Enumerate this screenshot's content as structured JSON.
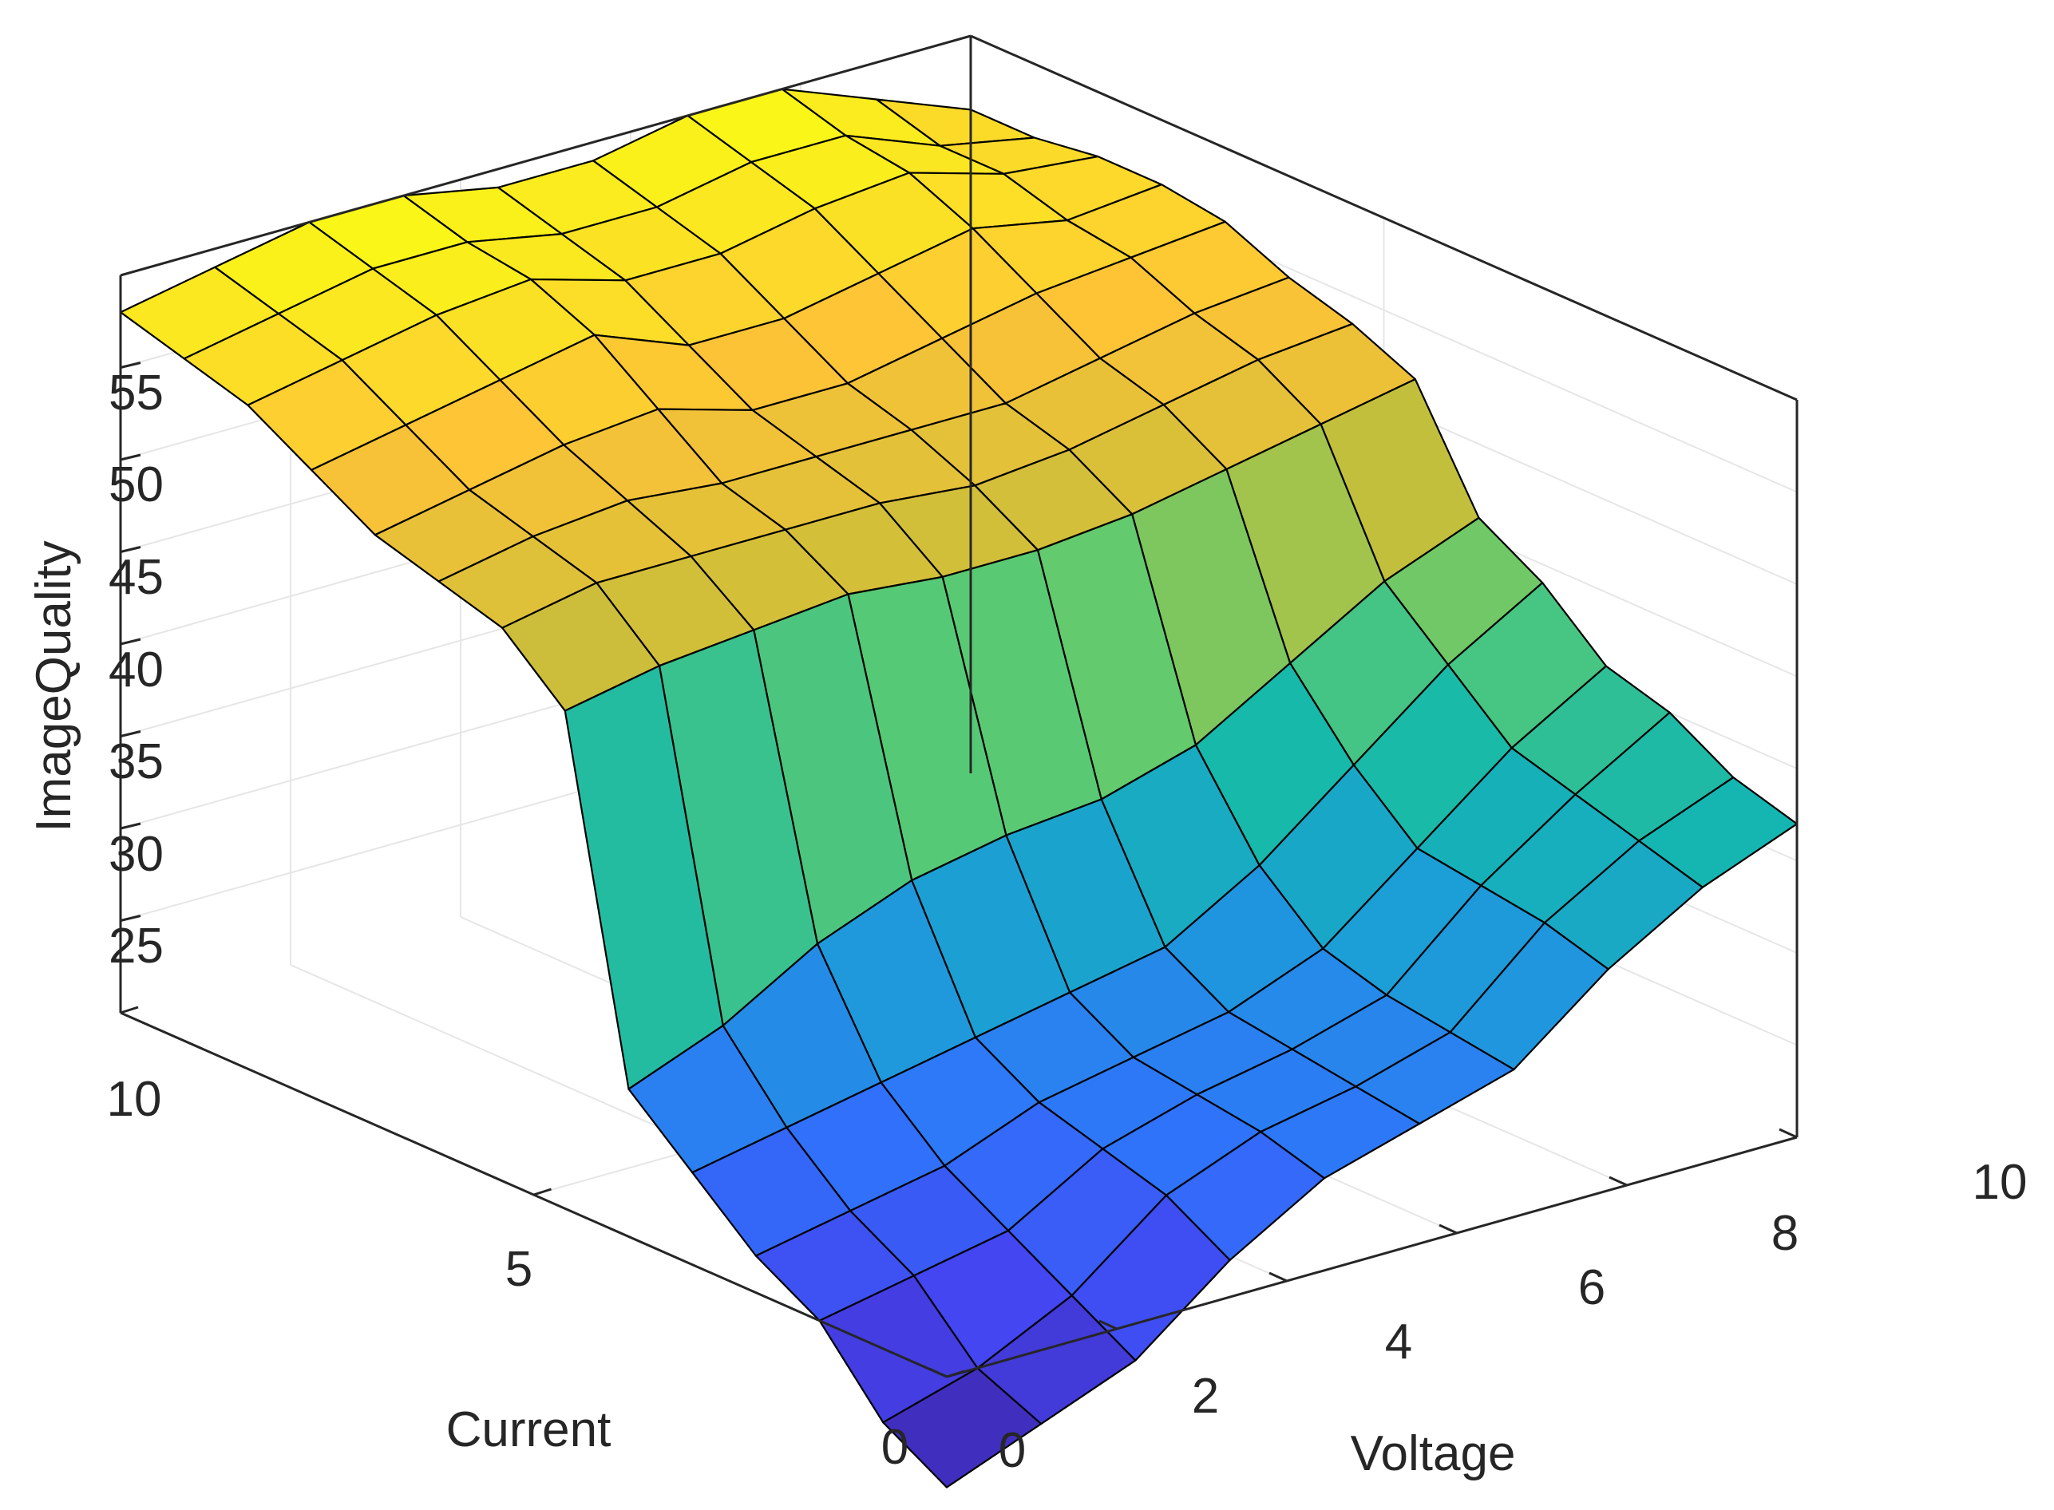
{
  "chart_data": {
    "type": "surface3d",
    "title": "",
    "xlabel": "Voltage",
    "ylabel": "Current",
    "zlabel": "ImageQuality",
    "xlim": [
      0,
      10
    ],
    "ylim": [
      0,
      10
    ],
    "zlim": [
      20,
      60
    ],
    "x_ticks": [
      "0",
      "2",
      "4",
      "6",
      "8",
      "10"
    ],
    "y_ticks": [
      "0",
      "5",
      "10"
    ],
    "z_ticks": [
      "25",
      "30",
      "35",
      "40",
      "45",
      "50",
      "55"
    ],
    "grid": true,
    "colormap": "parula",
    "colormap_stops": [
      "#3e26a8",
      "#4443f0",
      "#2f74fb",
      "#1d9cd9",
      "#14b8ad",
      "#5ecb6f",
      "#c7be3a",
      "#fec337",
      "#f9fb15"
    ],
    "grid_x": [
      0,
      1.11,
      2.22,
      3.33,
      4.44,
      5.56,
      6.67,
      7.78,
      8.89,
      10
    ],
    "grid_y": [
      0,
      0.77,
      1.54,
      2.31,
      3.08,
      3.85,
      4.62,
      5.38,
      6.15,
      6.92,
      7.69,
      8.46,
      9.23,
      10
    ],
    "z_values": [
      [
        14,
        16,
        18,
        22,
        25,
        26.5,
        28,
        32,
        35,
        37
      ],
      [
        16,
        17.5,
        20,
        24,
        26,
        27,
        28.5,
        33,
        36,
        38
      ],
      [
        20,
        21,
        22,
        25,
        26.5,
        27.5,
        29,
        33.5,
        37,
        40
      ],
      [
        22,
        23,
        24,
        26,
        27,
        28,
        30,
        34,
        38,
        41
      ],
      [
        25,
        26,
        27,
        28,
        29,
        30,
        33,
        37,
        41,
        44
      ],
      [
        28,
        30,
        33,
        35,
        36,
        36.5,
        38,
        41,
        44,
        46
      ],
      [
        47,
        48,
        48.5,
        49,
        48.5,
        48.5,
        49,
        50,
        51,
        52
      ],
      [
        50,
        51,
        51,
        51,
        51,
        50.5,
        51,
        52,
        53,
        53.5
      ],
      [
        51,
        52,
        52.5,
        52,
        52,
        52,
        52,
        53,
        54,
        54.5
      ],
      [
        52,
        53,
        54,
        54.5,
        53,
        53,
        54,
        55,
        55.5,
        56
      ],
      [
        54,
        55,
        56,
        57,
        55,
        55,
        56,
        57,
        56,
        56.5
      ],
      [
        56,
        57,
        58,
        58.5,
        57,
        57,
        58,
        58.5,
        57,
        56.5
      ],
      [
        57,
        58,
        59,
        59,
        58,
        58,
        59,
        59,
        57,
        56
      ],
      [
        58,
        59,
        60,
        60,
        59,
        59,
        60,
        60,
        58,
        56
      ]
    ]
  }
}
